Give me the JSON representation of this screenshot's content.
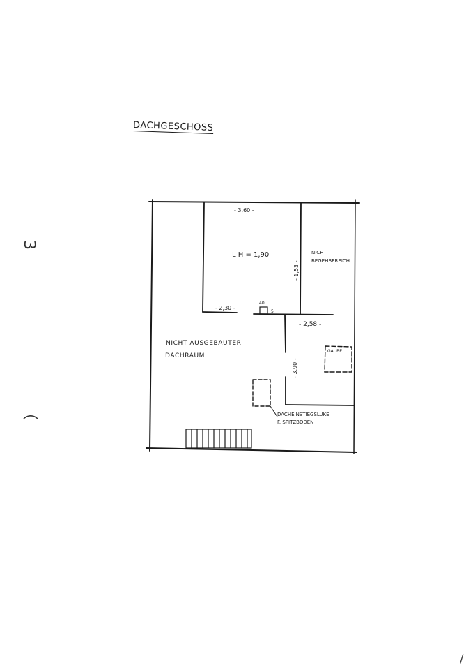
{
  "page": {
    "title": "DACHGESCHOSS"
  },
  "plan": {
    "dim_top": "- 3,60 -",
    "room_height": "L H = 1,90",
    "dim_vertical_upper": "- 1,53 -",
    "not_accessible_line1": "NICHT",
    "not_accessible_line2": "BEGEHBEREICH",
    "dim_left": "- 2,30 -",
    "dim_small_label": "40",
    "dim_small_right": "5",
    "dim_right": "- 2,58 -",
    "attic_line1": "NICHT AUSGEBAUTER",
    "attic_line2": "DACHRAUM",
    "dim_vertical_lower": "- 3,90 -",
    "gaube": "GAUBE",
    "hatch_line1": "DACHEINSTIEGSLUKE",
    "hatch_line2": "F. SPITZBODEN"
  },
  "margin_marks": {
    "top_left": "3",
    "bottom_left": "⌒",
    "bottom_right": "/"
  }
}
